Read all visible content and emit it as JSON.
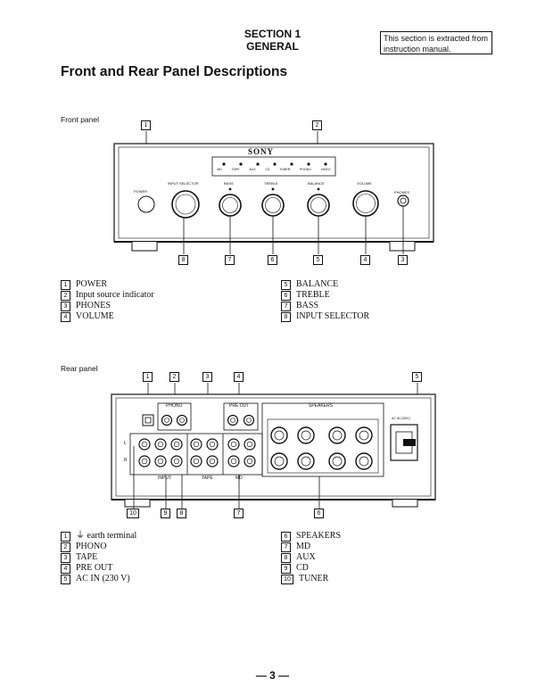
{
  "header": {
    "section": "SECTION 1",
    "general": "GENERAL",
    "note": "This section is extracted from instruction manual."
  },
  "page_title": "Front and Rear Panel Descriptions",
  "front": {
    "label": "Front panel",
    "brand": "SONY",
    "indicators": [
      "MD",
      "TAPE",
      "AUX",
      "CD",
      "TUNER",
      "PHONO",
      "VIDEO"
    ],
    "controls": [
      "POWER",
      "INPUT SELECTOR",
      "BASS",
      "TREBLE",
      "BALANCE",
      "VOLUME",
      "PHONES"
    ],
    "top_callouts": [
      "1",
      "2"
    ],
    "bottom_callouts": [
      "8",
      "7",
      "6",
      "5",
      "4",
      "3"
    ],
    "legend_left": [
      {
        "n": "1",
        "t": "POWER"
      },
      {
        "n": "2",
        "t": "Input source indicator"
      },
      {
        "n": "3",
        "t": "PHONES"
      },
      {
        "n": "4",
        "t": "VOLUME"
      }
    ],
    "legend_right": [
      {
        "n": "5",
        "t": "BALANCE"
      },
      {
        "n": "6",
        "t": "TREBLE"
      },
      {
        "n": "7",
        "t": "BASS"
      },
      {
        "n": "8",
        "t": "INPUT SELECTOR"
      }
    ]
  },
  "rear": {
    "label": "Rear panel",
    "panel_labels": {
      "phono": "PHONO",
      "preout": "PRE OUT",
      "speakers": "SPEAKERS",
      "acin": "AC IN (230V)",
      "input": "INPUT",
      "tape": "TAPE",
      "md": "MD",
      "l": "L",
      "r": "R"
    },
    "top_callouts": [
      "1",
      "2",
      "3",
      "4",
      "5"
    ],
    "bottom_callouts": [
      "10",
      "9",
      "8",
      "7",
      "6"
    ],
    "legend_left": [
      {
        "n": "1",
        "t": "⏚ earth terminal"
      },
      {
        "n": "2",
        "t": "PHONO"
      },
      {
        "n": "3",
        "t": "TAPE"
      },
      {
        "n": "4",
        "t": "PRE OUT"
      },
      {
        "n": "5",
        "t": "AC IN (230 V)"
      }
    ],
    "legend_right": [
      {
        "n": "6",
        "t": "SPEAKERS"
      },
      {
        "n": "7",
        "t": "MD"
      },
      {
        "n": "8",
        "t": "AUX"
      },
      {
        "n": "9",
        "t": "CD"
      },
      {
        "n": "10",
        "t": "TUNER"
      }
    ]
  },
  "footer": {
    "page": "— 3 —"
  }
}
